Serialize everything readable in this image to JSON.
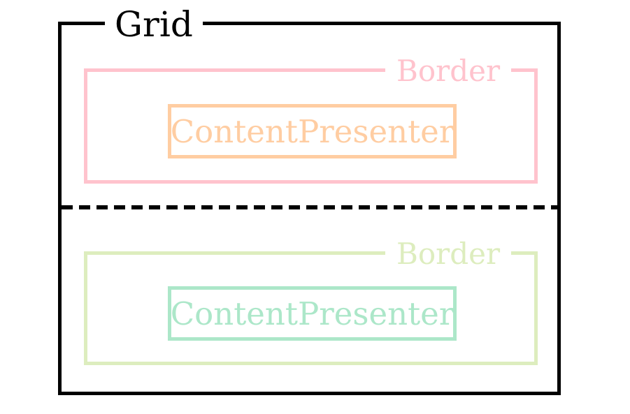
{
  "diagram": {
    "background_color": "#ffffff",
    "grid": {
      "label": "Grid",
      "color": "#000000"
    },
    "row_divider": {
      "style": "dashed",
      "color": "#000000"
    },
    "rows": [
      {
        "border": {
          "label": "Border",
          "color": "#ffc3cd"
        },
        "content_presenter": {
          "label": "ContentPresenter",
          "color": "#ffcda2"
        }
      },
      {
        "border": {
          "label": "Border",
          "color": "#ddedbe"
        },
        "content_presenter": {
          "label": "ContentPresenter",
          "color": "#ace7c9"
        }
      }
    ]
  }
}
